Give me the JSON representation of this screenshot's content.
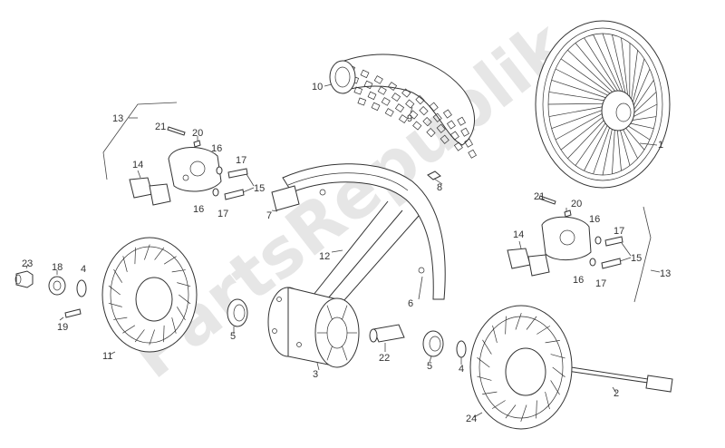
{
  "watermark": "PartsRepublik",
  "callouts": [
    {
      "id": "c1",
      "text": "1"
    },
    {
      "id": "c2",
      "text": "2"
    },
    {
      "id": "c3",
      "text": "3"
    },
    {
      "id": "c4a",
      "text": "4"
    },
    {
      "id": "c4b",
      "text": "4"
    },
    {
      "id": "c5a",
      "text": "5"
    },
    {
      "id": "c5b",
      "text": "5"
    },
    {
      "id": "c6",
      "text": "6"
    },
    {
      "id": "c7",
      "text": "7"
    },
    {
      "id": "c8",
      "text": "8"
    },
    {
      "id": "c9",
      "text": "9"
    },
    {
      "id": "c10",
      "text": "10"
    },
    {
      "id": "c11",
      "text": "11"
    },
    {
      "id": "c12",
      "text": "12"
    },
    {
      "id": "c13a",
      "text": "13"
    },
    {
      "id": "c13b",
      "text": "13"
    },
    {
      "id": "c14a",
      "text": "14"
    },
    {
      "id": "c14b",
      "text": "14"
    },
    {
      "id": "c15a",
      "text": "15"
    },
    {
      "id": "c15b",
      "text": "15"
    },
    {
      "id": "c16a",
      "text": "16"
    },
    {
      "id": "c16b",
      "text": "16"
    },
    {
      "id": "c16c",
      "text": "16"
    },
    {
      "id": "c16d",
      "text": "16"
    },
    {
      "id": "c17a",
      "text": "17"
    },
    {
      "id": "c17b",
      "text": "17"
    },
    {
      "id": "c17c",
      "text": "17"
    },
    {
      "id": "c17d",
      "text": "17"
    },
    {
      "id": "c18",
      "text": "18"
    },
    {
      "id": "c19",
      "text": "19"
    },
    {
      "id": "c20a",
      "text": "20"
    },
    {
      "id": "c20b",
      "text": "20"
    },
    {
      "id": "c21a",
      "text": "21"
    },
    {
      "id": "c21b",
      "text": "21"
    },
    {
      "id": "c22",
      "text": "22"
    },
    {
      "id": "c23",
      "text": "23"
    },
    {
      "id": "c24",
      "text": "24"
    }
  ]
}
